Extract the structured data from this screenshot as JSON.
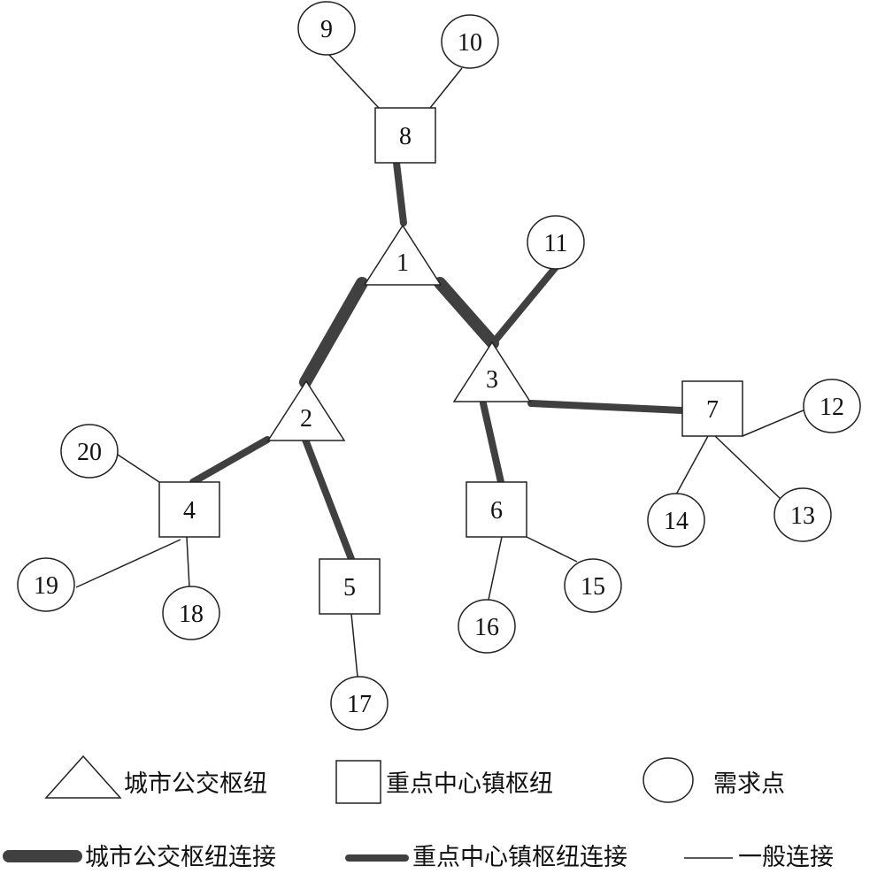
{
  "nodes": [
    {
      "id": "1",
      "type": "urban_hub",
      "label": "1"
    },
    {
      "id": "2",
      "type": "urban_hub",
      "label": "2"
    },
    {
      "id": "3",
      "type": "urban_hub",
      "label": "3"
    },
    {
      "id": "4",
      "type": "town_hub",
      "label": "4"
    },
    {
      "id": "5",
      "type": "town_hub",
      "label": "5"
    },
    {
      "id": "6",
      "type": "town_hub",
      "label": "6"
    },
    {
      "id": "7",
      "type": "town_hub",
      "label": "7"
    },
    {
      "id": "8",
      "type": "town_hub",
      "label": "8"
    },
    {
      "id": "9",
      "type": "demand",
      "label": "9"
    },
    {
      "id": "10",
      "type": "demand",
      "label": "10"
    },
    {
      "id": "11",
      "type": "demand",
      "label": "11"
    },
    {
      "id": "12",
      "type": "demand",
      "label": "12"
    },
    {
      "id": "13",
      "type": "demand",
      "label": "13"
    },
    {
      "id": "14",
      "type": "demand",
      "label": "14"
    },
    {
      "id": "15",
      "type": "demand",
      "label": "15"
    },
    {
      "id": "16",
      "type": "demand",
      "label": "16"
    },
    {
      "id": "17",
      "type": "demand",
      "label": "17"
    },
    {
      "id": "18",
      "type": "demand",
      "label": "18"
    },
    {
      "id": "19",
      "type": "demand",
      "label": "19"
    },
    {
      "id": "20",
      "type": "demand",
      "label": "20"
    }
  ],
  "edges": [
    {
      "from": "8",
      "to": "9",
      "type": "general"
    },
    {
      "from": "8",
      "to": "10",
      "type": "general"
    },
    {
      "from": "8",
      "to": "1",
      "type": "town"
    },
    {
      "from": "1",
      "to": "2",
      "type": "urban"
    },
    {
      "from": "1",
      "to": "3",
      "type": "urban"
    },
    {
      "from": "3",
      "to": "11",
      "type": "town"
    },
    {
      "from": "3",
      "to": "7",
      "type": "town"
    },
    {
      "from": "3",
      "to": "6",
      "type": "town"
    },
    {
      "from": "2",
      "to": "4",
      "type": "town"
    },
    {
      "from": "2",
      "to": "5",
      "type": "town"
    },
    {
      "from": "4",
      "to": "20",
      "type": "general"
    },
    {
      "from": "4",
      "to": "19",
      "type": "general"
    },
    {
      "from": "4",
      "to": "18",
      "type": "general"
    },
    {
      "from": "5",
      "to": "17",
      "type": "general"
    },
    {
      "from": "6",
      "to": "15",
      "type": "general"
    },
    {
      "from": "6",
      "to": "16",
      "type": "general"
    },
    {
      "from": "7",
      "to": "12",
      "type": "general"
    },
    {
      "from": "7",
      "to": "13",
      "type": "general"
    },
    {
      "from": "7",
      "to": "14",
      "type": "general"
    }
  ],
  "legend": {
    "urban_hub": "城市公交枢纽",
    "town_hub": "重点中心镇枢纽",
    "demand": "需求点",
    "urban_link": "城市公交枢纽连接",
    "town_link": "重点中心镇枢纽连接",
    "general_link": "一般连接"
  },
  "colors": {
    "link": "#404040",
    "outline": "#222222"
  }
}
